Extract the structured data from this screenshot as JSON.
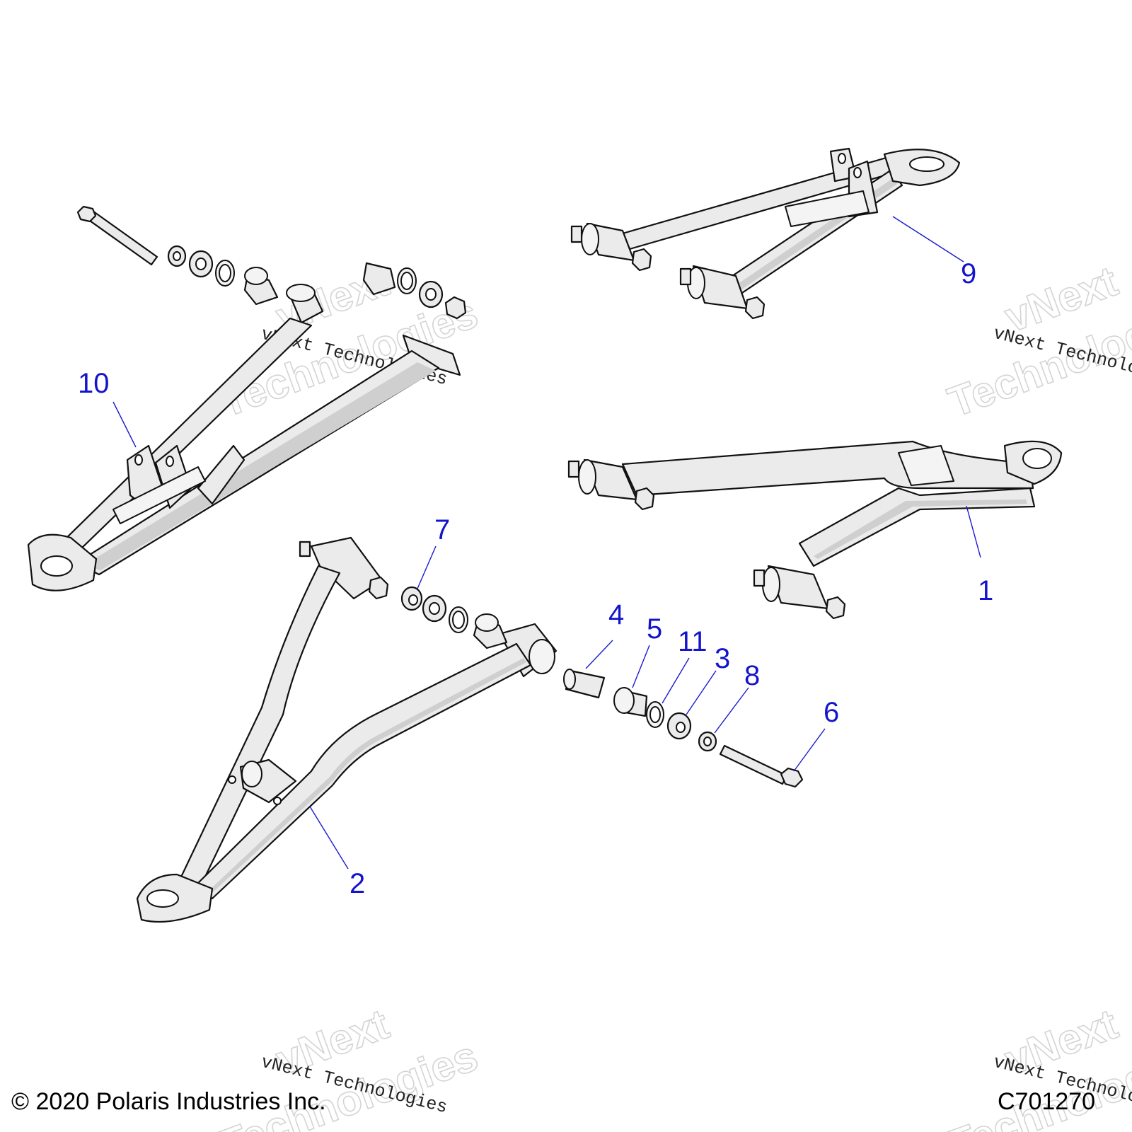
{
  "callouts": [
    {
      "id": "c1",
      "label": "1"
    },
    {
      "id": "c2",
      "label": "2"
    },
    {
      "id": "c3",
      "label": "3"
    },
    {
      "id": "c4",
      "label": "4"
    },
    {
      "id": "c5",
      "label": "5"
    },
    {
      "id": "c6",
      "label": "6"
    },
    {
      "id": "c7",
      "label": "7"
    },
    {
      "id": "c8",
      "label": "8"
    },
    {
      "id": "c9",
      "label": "9"
    },
    {
      "id": "c10",
      "label": "10"
    },
    {
      "id": "c11",
      "label": "11"
    }
  ],
  "footer": {
    "copyright": "© 2020 Polaris Industries Inc.",
    "code": "C701270"
  },
  "watermark": {
    "line_small": "vNext Technologies",
    "line_big_1": "vNext",
    "line_big_2": "Technologies"
  },
  "colors": {
    "callout": "#1414cc",
    "part_fill": "#ebebeb",
    "outline": "#111111"
  }
}
